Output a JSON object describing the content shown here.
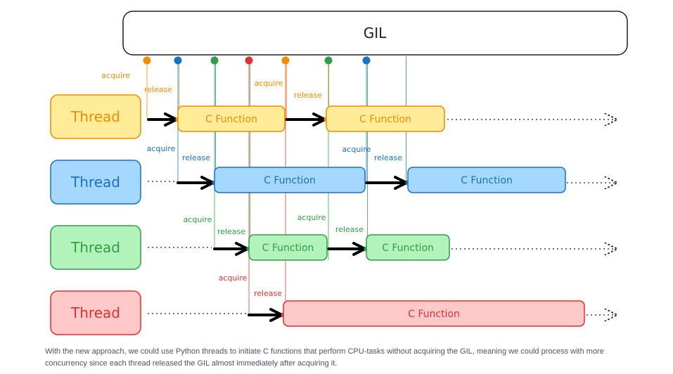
{
  "gil": {
    "label": "GIL"
  },
  "colors": {
    "orange": {
      "stroke": "#f08c00",
      "fill": "#ffec99"
    },
    "blue": {
      "stroke": "#1971c2",
      "fill": "#a5d8ff"
    },
    "green": {
      "stroke": "#2f9e44",
      "fill": "#b2f2bb"
    },
    "red": {
      "stroke": "#e03131",
      "fill": "#ffc9c9"
    }
  },
  "threads": [
    {
      "label": "Thread",
      "color": "orange",
      "functions": [
        {
          "label": "C Function"
        },
        {
          "label": "C Function"
        }
      ],
      "events": [
        {
          "label": "acquire"
        },
        {
          "label": "release"
        },
        {
          "label": "acquire"
        },
        {
          "label": "release"
        }
      ]
    },
    {
      "label": "Thread",
      "color": "blue",
      "functions": [
        {
          "label": "C Function"
        },
        {
          "label": "C Function"
        }
      ],
      "events": [
        {
          "label": "acquire"
        },
        {
          "label": "release"
        },
        {
          "label": "acquire"
        },
        {
          "label": "release"
        }
      ]
    },
    {
      "label": "Thread",
      "color": "green",
      "functions": [
        {
          "label": "C Function"
        },
        {
          "label": "C Function"
        }
      ],
      "events": [
        {
          "label": "acquire"
        },
        {
          "label": "release"
        },
        {
          "label": "acquire"
        },
        {
          "label": "release"
        }
      ]
    },
    {
      "label": "Thread",
      "color": "red",
      "functions": [
        {
          "label": "C Function"
        }
      ],
      "events": [
        {
          "label": "acquire"
        },
        {
          "label": "release"
        }
      ]
    }
  ],
  "caption": "With the new approach, we could use Python threads to initiate C functions that perform CPU-tasks without acquiring the GIL, meaning we could process with more concurrency since each thread released the GIL almost immediately after acquiring it."
}
